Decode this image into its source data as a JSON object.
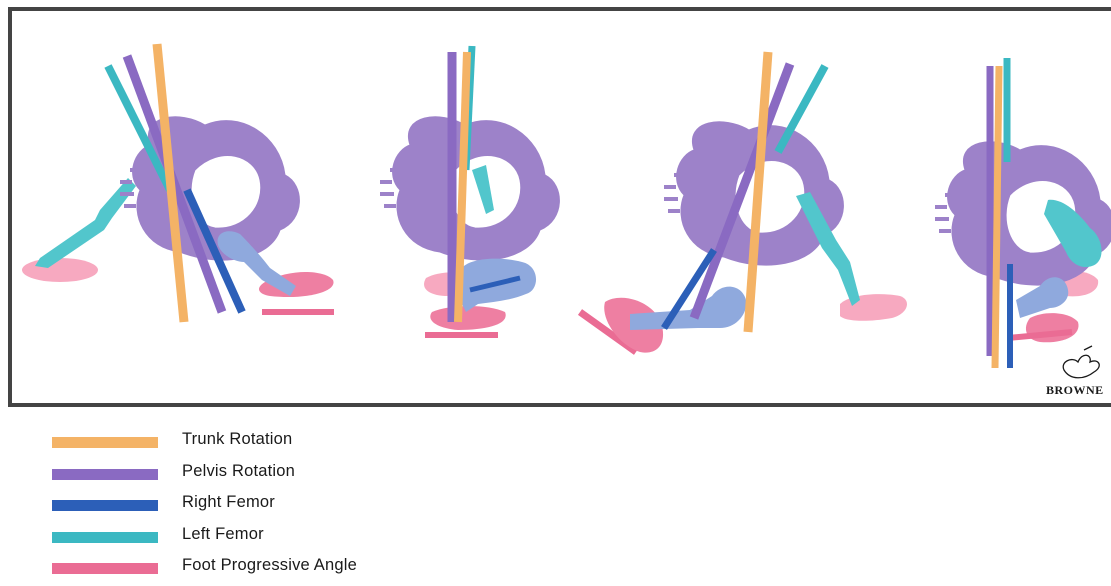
{
  "legend": [
    {
      "key": "trunk",
      "label": "Trunk Rotation",
      "color": "#f4b366"
    },
    {
      "key": "pelvis",
      "label": "Pelvis Rotation",
      "color": "#8a6ac2"
    },
    {
      "key": "rfemur",
      "label": "Right Femor",
      "color": "#2c5fb8"
    },
    {
      "key": "lfemur",
      "label": "Left Femor",
      "color": "#3bb8c2"
    },
    {
      "key": "foot",
      "label": "Foot Progressive Angle",
      "color": "#ea6c94"
    }
  ],
  "colors": {
    "frame": "#444444",
    "pelvis_fill": "#9d82c9",
    "right_bone": "#8fa9dd",
    "left_bone": "#52c6cc",
    "right_foot": "#ee7fa2",
    "left_foot": "#f7a9c0"
  },
  "signature": "BROWNE"
}
